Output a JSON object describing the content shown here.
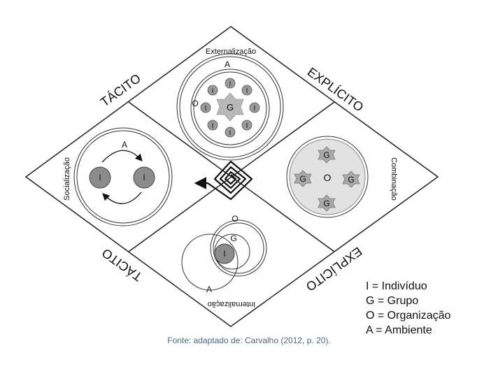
{
  "diagram": {
    "edge_labels": {
      "top_left": "TÁCITO",
      "top_right": "EXPLÍCITO",
      "bottom_left": "TÁCITO",
      "bottom_right": "EXPLÍCITO"
    },
    "quadrants": {
      "externalizacao": {
        "title": "Externalização",
        "outer": "A",
        "middle": "O",
        "center": "G",
        "node": "I"
      },
      "socializacao": {
        "title": "Socialização",
        "arrow_label": "A",
        "left_node": "I",
        "right_node": "I"
      },
      "combinacao": {
        "title": "Combinação",
        "center": "O",
        "node": "G"
      },
      "internalizacao": {
        "title": "Internalização",
        "o_label": "O",
        "g_label": "G",
        "i_label": "I",
        "a_label": "A"
      }
    }
  },
  "legend": [
    "I = Indivíduo",
    "G = Grupo",
    "O = Organização",
    "A = Ambiente"
  ],
  "source": "Fonte: adaptado de: Carvalho (2012, p. 20)."
}
